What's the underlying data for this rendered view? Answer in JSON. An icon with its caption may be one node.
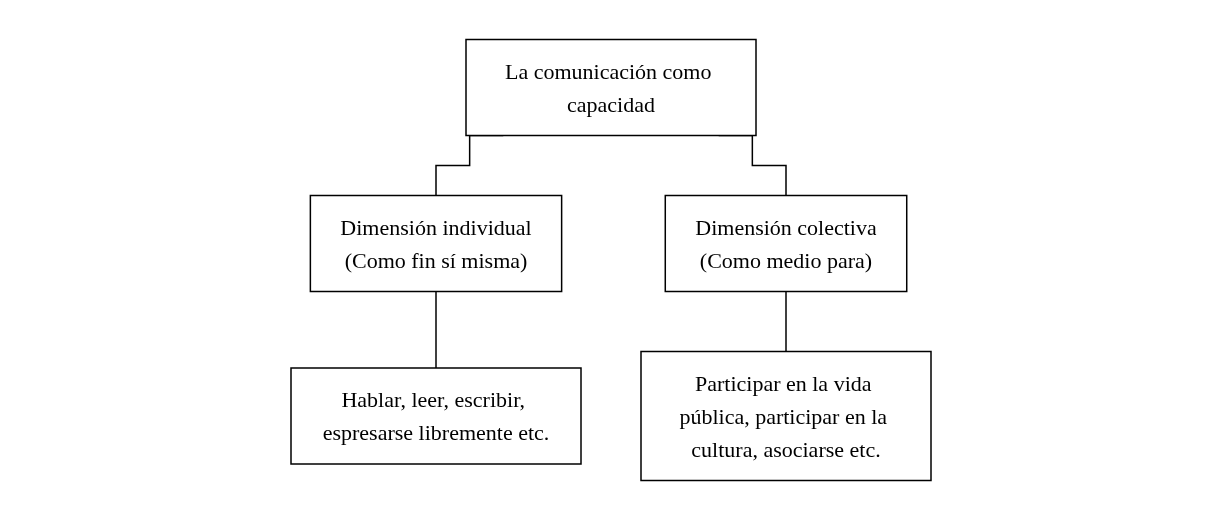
{
  "diagram": {
    "nodes": [
      {
        "text": [
          "La comunicación como capacidad"
        ]
      },
      {
        "text": [
          "Dimensión individual",
          "(Como fin sí misma)"
        ]
      },
      {
        "text": [
          "Dimensión colectiva",
          "(Como medio para)"
        ]
      },
      {
        "text": [
          "Hablar, leer, escribir, espresarse libremente etc."
        ]
      },
      {
        "text": [
          "Participar en la vida pública, participar en la cultura, asociarse etc."
        ]
      }
    ],
    "edges": [
      {
        "from": 0,
        "to": 1,
        "arrow": "none"
      },
      {
        "from": 0,
        "to": 2,
        "arrow": "none"
      },
      {
        "from": 1,
        "to": 3,
        "arrow": "none"
      },
      {
        "from": 2,
        "to": 4,
        "arrow": "none"
      }
    ]
  }
}
